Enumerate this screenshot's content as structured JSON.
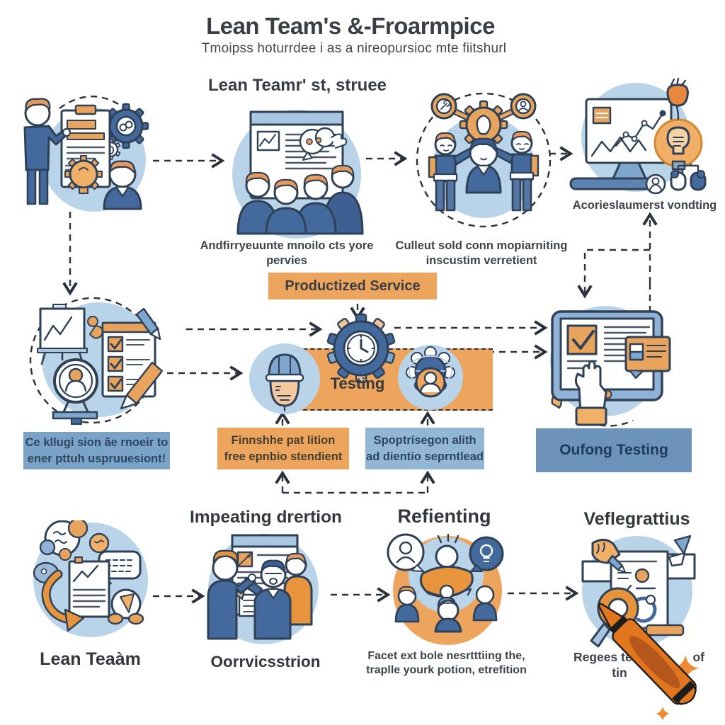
{
  "header": {
    "title": "Lean Team's &-Froarmpice",
    "subtitle": "Tmoipss hoturrdee i as a nireopursioc mte fiitshurl"
  },
  "row1": {
    "heading": "Lean Teamr' st, struee",
    "team_caption_line1": "Andfirryeuunte mnoilo cts yore",
    "team_caption_line2": "pervies",
    "org_caption_line1": "Culleut sold conn mopiarniting",
    "org_caption_line2": "inscustim verretient",
    "analytics_caption": "Acorieslaumerst vondting"
  },
  "middle": {
    "banner_label": "Productized Service",
    "testing_label": "Testing",
    "review_note_line1": "Ce kllugi sion ãe rnoeir to",
    "review_note_line2": "ener pttuh uspruuesiont!",
    "finish_note_line1": "Finnshhe pat lition",
    "finish_note_line2": "free epnbio stendient",
    "support_note_line1": "Spoptrisegon alith",
    "support_note_line2": "ad dientio seprntlead",
    "ongoing_label": "Oufong Testing"
  },
  "row3": {
    "heading_left": "Impeating drertion",
    "heading_center": "Refienting",
    "heading_right": "Veflegrattius",
    "caption_lean_team": "Lean Teaàm",
    "caption_orvics": "Oorrvicsstrion",
    "caption_refienting_line1": "Facet ext bole nesrtttiing the,",
    "caption_refienting_line2": "traplle yourk potion, etrefition",
    "caption_regees_line1_left": "Regees te",
    "caption_regees_line1_right": "of",
    "caption_regees_line2": "tin"
  },
  "icon_names": [
    "team-lead-document-icon",
    "team-meeting-board-icon",
    "org-structure-gear-icon",
    "analytics-monitor-icon",
    "checklist-review-icon",
    "clock-gear-icon",
    "engineer-avatar-icon",
    "global-user-gear-icon",
    "tablet-approval-icon",
    "brainstorm-notes-icon",
    "presentation-discussion-icon",
    "idea-sharing-icon",
    "document-inspection-icon",
    "crayon-icon",
    "sparkle-icon"
  ],
  "colors": {
    "accent_orange": "#e8a35c",
    "deep_blue": "#44699d",
    "circle_blue": "#b9d3e9",
    "panel_blue": "#7ba3c8",
    "banner_blue": "#6d93bb",
    "crayon_orange": "#e2761e"
  }
}
